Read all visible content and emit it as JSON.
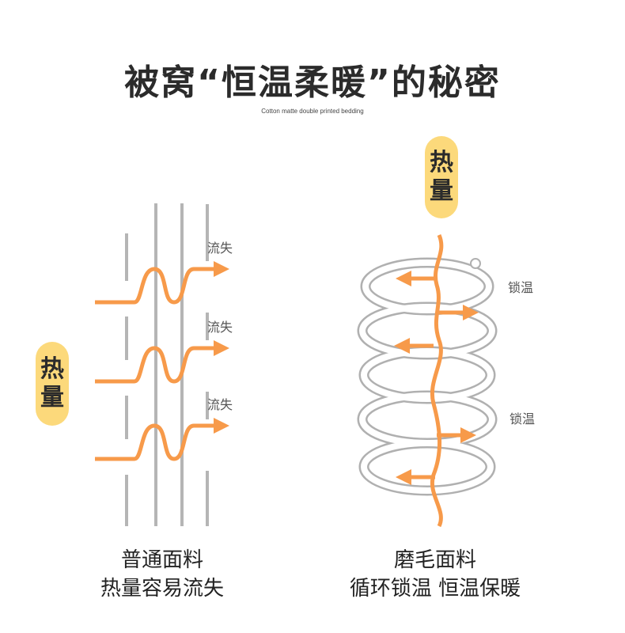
{
  "title": "被窝“恒温柔暖”的秘密",
  "subtitle": "Cotton matte double printed bedding",
  "left": {
    "badge": [
      "热",
      "量"
    ],
    "labels": [
      "流失",
      "流失",
      "流失"
    ],
    "caption": [
      "普通面料",
      "热量容易流失"
    ]
  },
  "right": {
    "badge": [
      "热",
      "量"
    ],
    "labels": [
      "锁温",
      "锁温"
    ],
    "caption": [
      "磨毛面料",
      "循环锁温 恒温保暖"
    ]
  },
  "colors": {
    "orange": "#f79a4a",
    "gray": "#b5b5b5",
    "badge": "#fcd97b"
  }
}
